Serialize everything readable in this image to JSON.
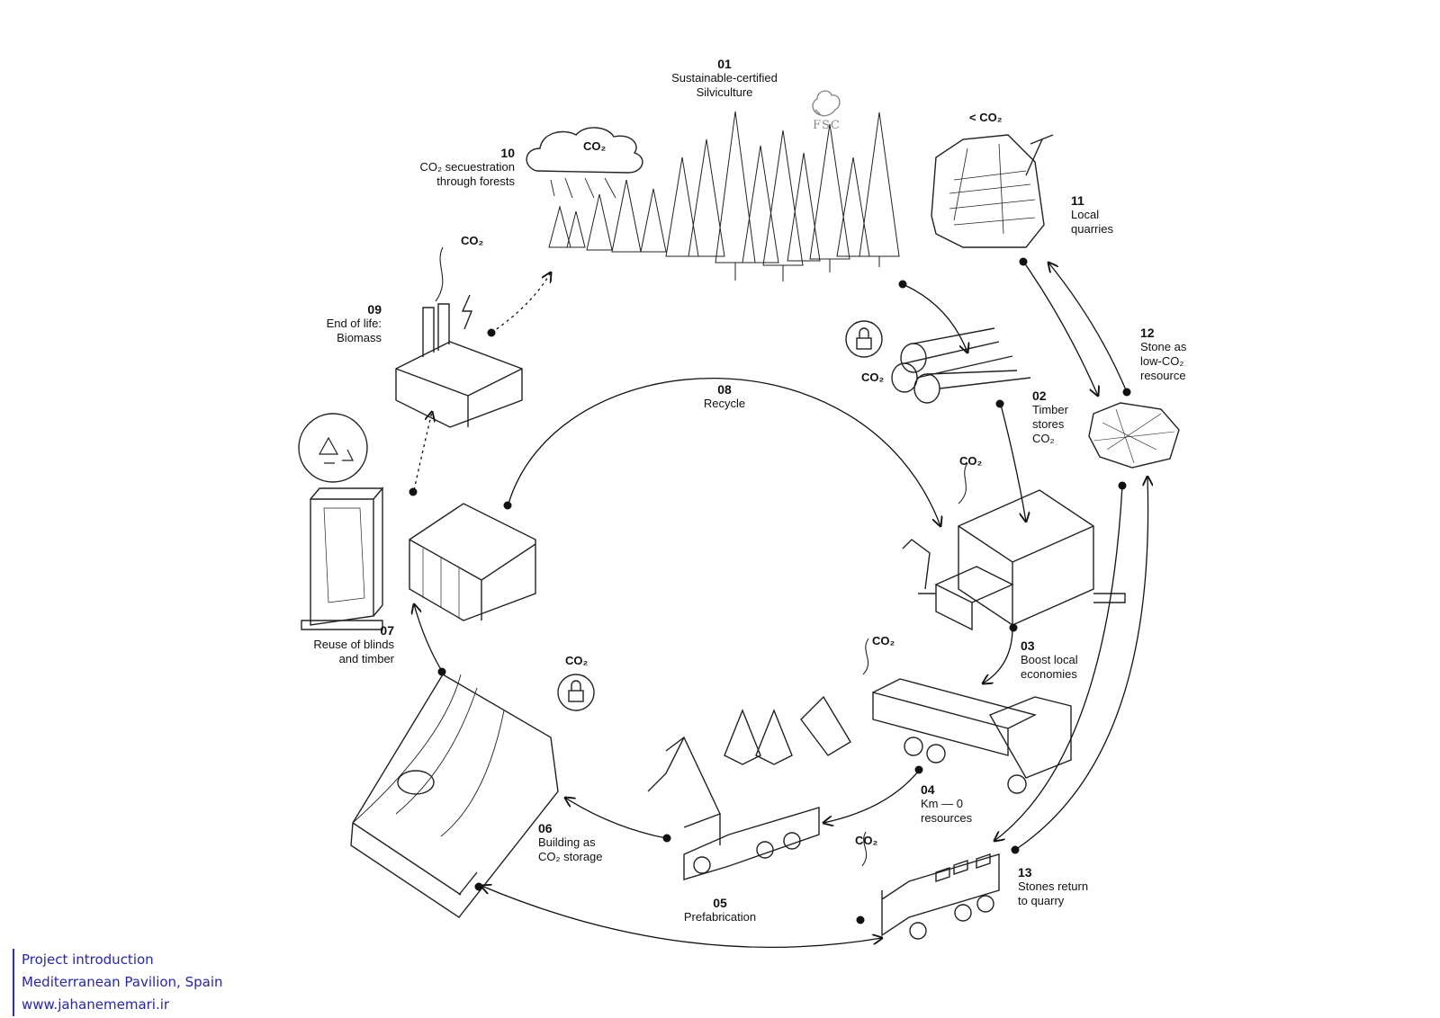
{
  "steps": [
    {
      "num": "01",
      "lines": [
        "Sustainable-certified",
        "Silviculture"
      ]
    },
    {
      "num": "02",
      "lines": [
        "Timber",
        "stores",
        "CO₂"
      ]
    },
    {
      "num": "03",
      "lines": [
        "Boost local",
        "economies"
      ]
    },
    {
      "num": "04",
      "lines": [
        "Km — 0",
        "resources"
      ]
    },
    {
      "num": "05",
      "lines": [
        "Prefabrication"
      ]
    },
    {
      "num": "06",
      "lines": [
        "Building as",
        "CO₂ storage"
      ]
    },
    {
      "num": "07",
      "lines": [
        "Reuse of blinds",
        "and timber"
      ]
    },
    {
      "num": "08",
      "lines": [
        "Recycle"
      ]
    },
    {
      "num": "09",
      "lines": [
        "End of life:",
        "Biomass"
      ]
    },
    {
      "num": "10",
      "lines": [
        "CO₂ secuestration",
        "through forests"
      ]
    },
    {
      "num": "11",
      "lines": [
        "Local",
        "quarries"
      ]
    },
    {
      "num": "12",
      "lines": [
        "Stone as",
        "low-CO₂",
        "resource"
      ]
    },
    {
      "num": "13",
      "lines": [
        "Stones return",
        "to quarry"
      ]
    }
  ],
  "co2_tags": {
    "cloud": "CO₂",
    "factory": "CO₂",
    "quarry": "< CO₂",
    "logs": "CO₂",
    "sawmill": "CO₂",
    "truck": "CO₂",
    "pavilion": "CO₂",
    "stone_truck": "CO₂"
  },
  "fsc_mark": "FSC",
  "icons": [
    "cloud-icon",
    "forest-icon",
    "quarry-icon",
    "pickaxe-icon",
    "lock-icon",
    "logs-icon",
    "stone-icon",
    "sawmill-icon",
    "robot-arm-icon",
    "truck-icon",
    "crane-truck-icon",
    "pavilion-icon",
    "blind-frame-icon",
    "recycle-icon",
    "factory-icon",
    "lightning-icon"
  ],
  "footer": {
    "line1": "Project introduction",
    "line2": "Mediterranean Pavilion, Spain",
    "line3": "www.jahanememari.ir"
  }
}
